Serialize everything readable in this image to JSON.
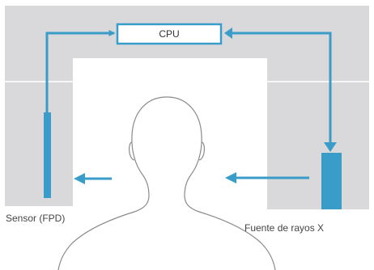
{
  "cpu": {
    "label": "CPU"
  },
  "sensor": {
    "label": "Sensor (FPD)"
  },
  "source": {
    "label": "Fuente de rayos X"
  },
  "icons": {
    "person": "head-and-shoulders-silhouette-icon",
    "arrow": "arrow-icon"
  },
  "colors": {
    "room_gray": "#d9d9db",
    "accent_blue": "#3a9cc8",
    "outline_gray": "#8a8a8a"
  }
}
